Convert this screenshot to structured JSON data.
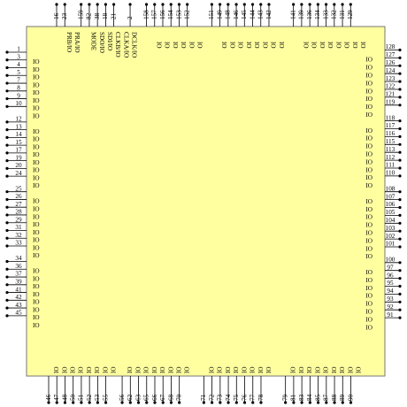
{
  "chip": {
    "body_color": "#ffffa0",
    "outline_color": "#777777",
    "pin_color": "#000000"
  },
  "left_pins": [
    {
      "num": "1",
      "io": ""
    },
    {
      "num": "3",
      "io": "IO"
    },
    {
      "num": "4",
      "io": "IO"
    },
    {
      "num": "5",
      "io": "IO"
    },
    {
      "num": "7",
      "io": "IO"
    },
    {
      "num": "8",
      "io": "IO"
    },
    {
      "num": "9",
      "io": "IO"
    },
    {
      "num": "10",
      "io": "IO"
    },
    {
      "num": "",
      "io": "IO"
    },
    {
      "num": "12",
      "io": ""
    },
    {
      "num": "13",
      "io": "IO"
    },
    {
      "num": "14",
      "io": "IO"
    },
    {
      "num": "15",
      "io": "IO"
    },
    {
      "num": "17",
      "io": "IO"
    },
    {
      "num": "19",
      "io": "IO"
    },
    {
      "num": "20",
      "io": "IO"
    },
    {
      "num": "24",
      "io": "IO"
    },
    {
      "num": "",
      "io": "IO"
    },
    {
      "num": "25",
      "io": ""
    },
    {
      "num": "26",
      "io": "IO"
    },
    {
      "num": "27",
      "io": "IO"
    },
    {
      "num": "28",
      "io": "IO"
    },
    {
      "num": "29",
      "io": "IO"
    },
    {
      "num": "31",
      "io": "IO"
    },
    {
      "num": "32",
      "io": "IO"
    },
    {
      "num": "33",
      "io": "IO"
    },
    {
      "num": "",
      "io": "IO"
    },
    {
      "num": "34",
      "io": ""
    },
    {
      "num": "36",
      "io": "IO"
    },
    {
      "num": "37",
      "io": "IO"
    },
    {
      "num": "39",
      "io": "IO"
    },
    {
      "num": "41",
      "io": "IO"
    },
    {
      "num": "42",
      "io": "IO"
    },
    {
      "num": "43",
      "io": "IO"
    },
    {
      "num": "45",
      "io": "IO"
    },
    {
      "num": "",
      "io": "IO"
    }
  ],
  "right_pins": [
    {
      "num": "128",
      "io": ""
    },
    {
      "num": "127",
      "io": "IO"
    },
    {
      "num": "126",
      "io": "IO"
    },
    {
      "num": "124",
      "io": "IO"
    },
    {
      "num": "123",
      "io": "IO"
    },
    {
      "num": "122",
      "io": "IO"
    },
    {
      "num": "121",
      "io": "IO"
    },
    {
      "num": "119",
      "io": "IO"
    },
    {
      "num": "",
      "io": "IO"
    },
    {
      "num": "118",
      "io": ""
    },
    {
      "num": "117",
      "io": "IO"
    },
    {
      "num": "116",
      "io": "IO"
    },
    {
      "num": "115",
      "io": "IO"
    },
    {
      "num": "113",
      "io": "IO"
    },
    {
      "num": "112",
      "io": "IO"
    },
    {
      "num": "111",
      "io": "IO"
    },
    {
      "num": "110",
      "io": "IO"
    },
    {
      "num": "",
      "io": "IO"
    },
    {
      "num": "108",
      "io": ""
    },
    {
      "num": "107",
      "io": "IO"
    },
    {
      "num": "106",
      "io": "IO"
    },
    {
      "num": "105",
      "io": "IO"
    },
    {
      "num": "104",
      "io": "IO"
    },
    {
      "num": "103",
      "io": "IO"
    },
    {
      "num": "102",
      "io": "IO"
    },
    {
      "num": "101",
      "io": "IO"
    },
    {
      "num": "",
      "io": "IO"
    },
    {
      "num": "100",
      "io": ""
    },
    {
      "num": "97",
      "io": "IO"
    },
    {
      "num": "96",
      "io": "IO"
    },
    {
      "num": "95",
      "io": "IO"
    },
    {
      "num": "94",
      "io": "IO"
    },
    {
      "num": "93",
      "io": "IO"
    },
    {
      "num": "92",
      "io": "IO"
    },
    {
      "num": "91",
      "io": "IO"
    },
    {
      "num": "",
      "io": "IO"
    }
  ],
  "top_pins": [
    {
      "num": "16",
      "sig": ""
    },
    {
      "num": "23",
      "sig": "PRB/IO"
    },
    {
      "num": "",
      "sig": "PRA/IO"
    },
    {
      "num": "159",
      "sig": ""
    },
    {
      "num": "82",
      "sig": "MODE"
    },
    {
      "num": "38",
      "sig": "SDO/IO"
    },
    {
      "num": "18",
      "sig": "SDI/IO"
    },
    {
      "num": "21",
      "sig": "CLKB/IO"
    },
    {
      "num": "",
      "sig": "CLKA/IO"
    },
    {
      "num": "2",
      "sig": "DCLK/IO"
    },
    {
      "num": "",
      "sig": ""
    },
    {
      "num": "158",
      "sig": ""
    },
    {
      "num": "157",
      "sig": "IO"
    },
    {
      "num": "156",
      "sig": "IO"
    },
    {
      "num": "154",
      "sig": "IO"
    },
    {
      "num": "153",
      "sig": "IO"
    },
    {
      "num": "152",
      "sig": "IO"
    },
    {
      "num": "",
      "sig": "IO"
    },
    {
      "num": "",
      "sig": ""
    },
    {
      "num": "151",
      "sig": ""
    },
    {
      "num": "149",
      "sig": "IO"
    },
    {
      "num": "148",
      "sig": "IO"
    },
    {
      "num": "146",
      "sig": "IO"
    },
    {
      "num": "145",
      "sig": "IO"
    },
    {
      "num": "144",
      "sig": "IO"
    },
    {
      "num": "143",
      "sig": "IO"
    },
    {
      "num": "142",
      "sig": "IO"
    },
    {
      "num": "",
      "sig": "IO"
    },
    {
      "num": "",
      "sig": ""
    },
    {
      "num": "141",
      "sig": ""
    },
    {
      "num": "139",
      "sig": "IO"
    },
    {
      "num": "136",
      "sig": "IO"
    },
    {
      "num": "134",
      "sig": "IO"
    },
    {
      "num": "133",
      "sig": "IO"
    },
    {
      "num": "132",
      "sig": "IO"
    },
    {
      "num": "131",
      "sig": "IO"
    },
    {
      "num": "129",
      "sig": "IO"
    },
    {
      "num": "",
      "sig": "IO"
    }
  ],
  "bottom_pins": [
    {
      "num": "46",
      "io": ""
    },
    {
      "num": "47",
      "io": "IO"
    },
    {
      "num": "48",
      "io": "IO"
    },
    {
      "num": "50",
      "io": "IO"
    },
    {
      "num": "51",
      "io": "IO"
    },
    {
      "num": "52",
      "io": "IO"
    },
    {
      "num": "53",
      "io": "IO"
    },
    {
      "num": "55",
      "io": "IO"
    },
    {
      "num": "",
      "io": "IO"
    },
    {
      "num": "56",
      "io": ""
    },
    {
      "num": "62",
      "io": "IO"
    },
    {
      "num": "63",
      "io": "IO"
    },
    {
      "num": "65",
      "io": "IO"
    },
    {
      "num": "66",
      "io": "IO"
    },
    {
      "num": "67",
      "io": "IO"
    },
    {
      "num": "68",
      "io": "IO"
    },
    {
      "num": "70",
      "io": "IO"
    },
    {
      "num": "",
      "io": "IO"
    },
    {
      "num": "",
      "io": ""
    },
    {
      "num": "71",
      "io": ""
    },
    {
      "num": "72",
      "io": "IO"
    },
    {
      "num": "73",
      "io": "IO"
    },
    {
      "num": "74",
      "io": "IO"
    },
    {
      "num": "75",
      "io": "IO"
    },
    {
      "num": "76",
      "io": "IO"
    },
    {
      "num": "77",
      "io": "IO"
    },
    {
      "num": "78",
      "io": "IO"
    },
    {
      "num": "",
      "io": "IO"
    },
    {
      "num": "",
      "io": ""
    },
    {
      "num": "79",
      "io": ""
    },
    {
      "num": "81",
      "io": "IO"
    },
    {
      "num": "83",
      "io": "IO"
    },
    {
      "num": "84",
      "io": "IO"
    },
    {
      "num": "85",
      "io": "IO"
    },
    {
      "num": "87",
      "io": "IO"
    },
    {
      "num": "88",
      "io": "IO"
    },
    {
      "num": "89",
      "io": "IO"
    },
    {
      "num": "90",
      "io": "IO"
    },
    {
      "num": "",
      "io": "IO"
    }
  ]
}
